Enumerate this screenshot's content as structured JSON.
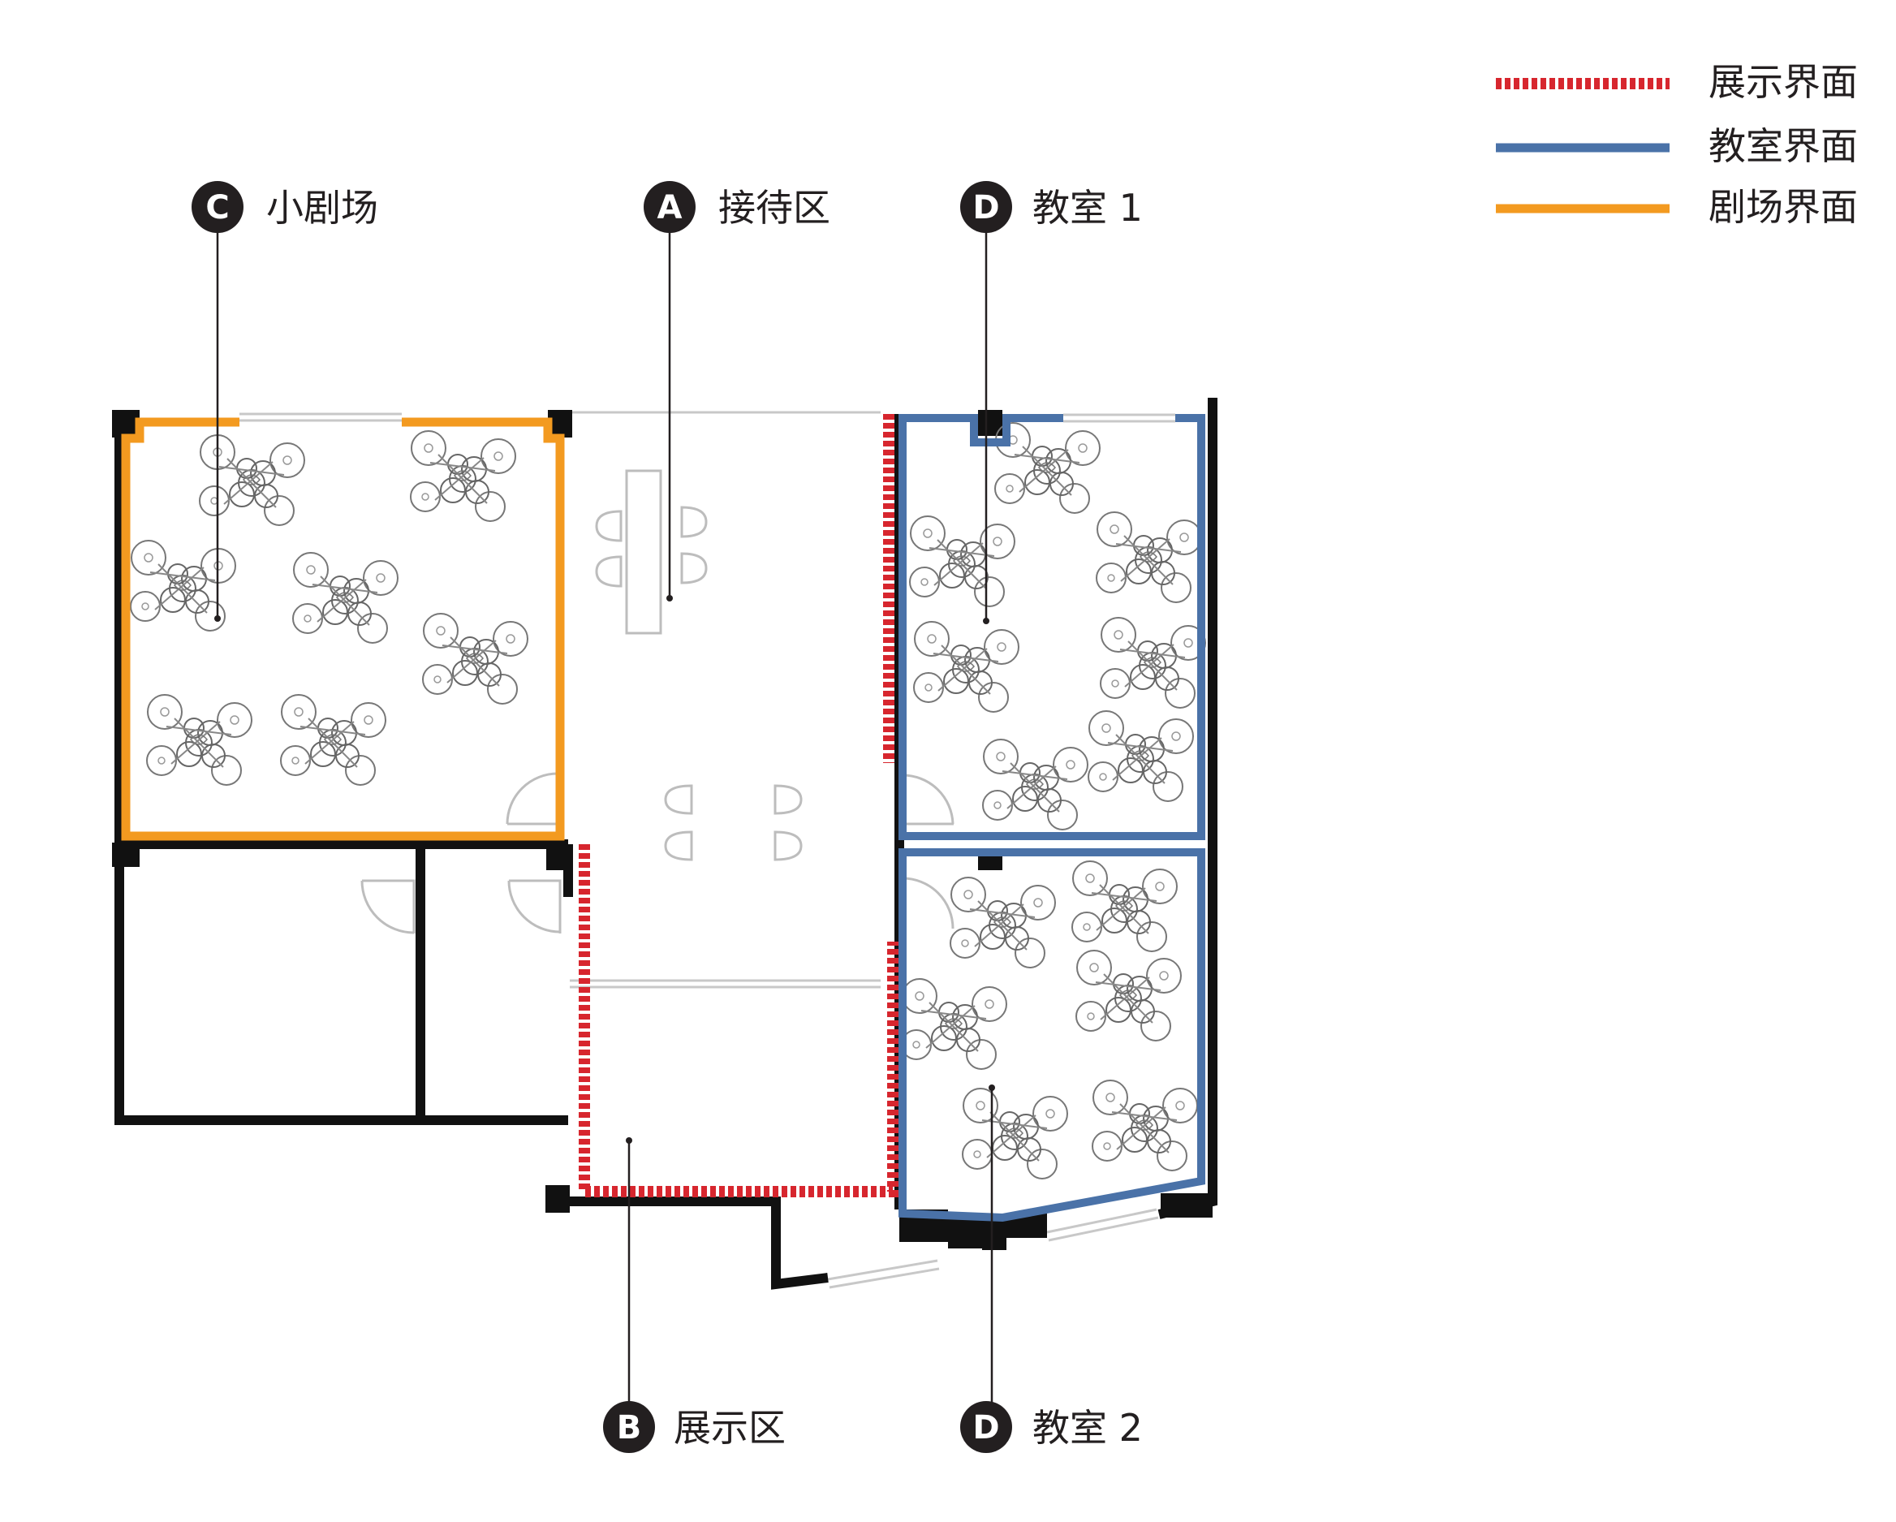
{
  "colors": {
    "display": "#d7262e",
    "classroom": "#4a72a8",
    "theater": "#f39a20",
    "wall": "#111111"
  },
  "legend": [
    {
      "key": "display",
      "label": "展示界面",
      "style": "dashed"
    },
    {
      "key": "classroom",
      "label": "教室界面",
      "style": "solid"
    },
    {
      "key": "theater",
      "label": "剧场界面",
      "style": "solid"
    }
  ],
  "labels": [
    {
      "id": "C",
      "text": "小剧场"
    },
    {
      "id": "A",
      "text": "接待区"
    },
    {
      "id": "D",
      "text": "教室 1"
    },
    {
      "id": "B",
      "text": "展示区"
    },
    {
      "id": "D",
      "text": "教室 2"
    }
  ]
}
